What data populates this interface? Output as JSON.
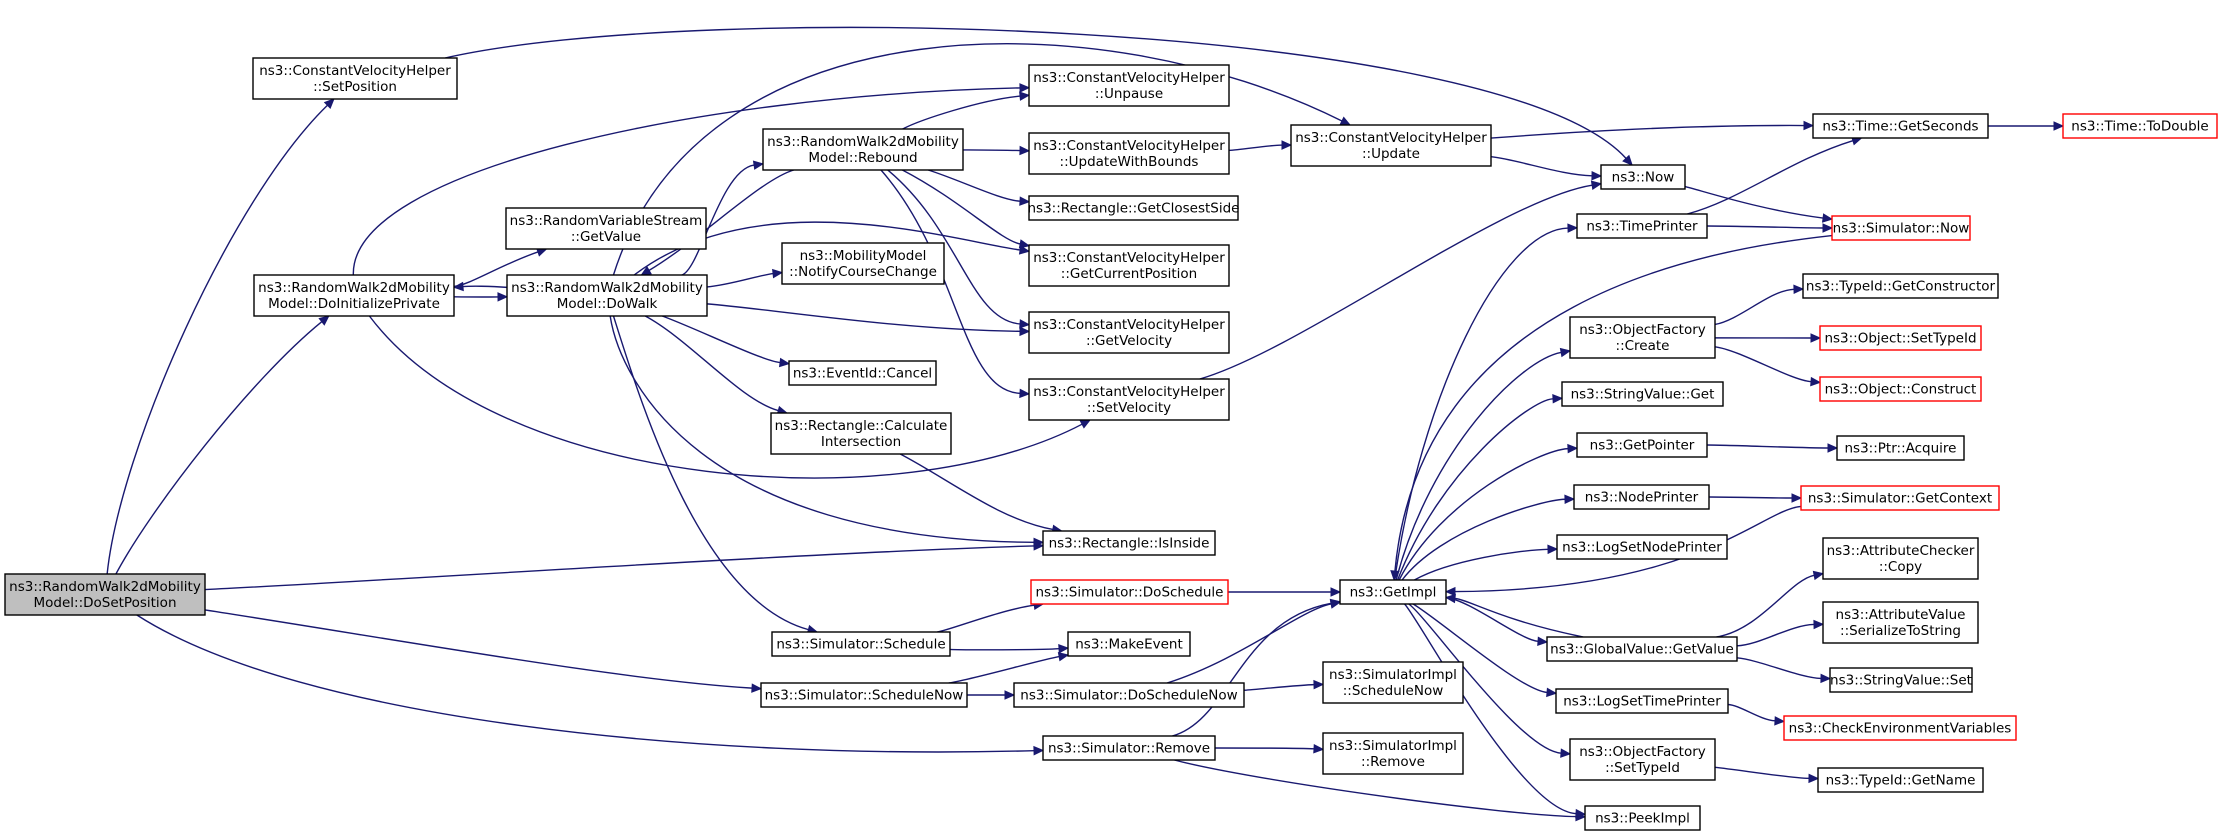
{
  "colors": {
    "edge": "#191970",
    "node_border": "#000000",
    "root_fill": "#bfbfbf",
    "incomplete_border": "#ff0000"
  },
  "nodes": [
    {
      "id": "dosetpos",
      "lines": [
        "ns3::RandomWalk2dMobility",
        "Model::DoSetPosition"
      ],
      "style": "root"
    },
    {
      "id": "cvh_setpos",
      "lines": [
        "ns3::ConstantVelocityHelper",
        "::SetPosition"
      ]
    },
    {
      "id": "doinit",
      "lines": [
        "ns3::RandomWalk2dMobility",
        "Model::DoInitializePrivate"
      ]
    },
    {
      "id": "rvs_getvalue",
      "lines": [
        "ns3::RandomVariableStream",
        "::GetValue"
      ]
    },
    {
      "id": "dowalk",
      "lines": [
        "ns3::RandomWalk2dMobility",
        "Model::DoWalk"
      ]
    },
    {
      "id": "rebound",
      "lines": [
        "ns3::RandomWalk2dMobility",
        "Model::Rebound"
      ]
    },
    {
      "id": "notify",
      "lines": [
        "ns3::MobilityModel",
        "::NotifyCourseChange"
      ]
    },
    {
      "id": "eventcancel",
      "lines": [
        "ns3::EventId::Cancel"
      ]
    },
    {
      "id": "calcint",
      "lines": [
        "ns3::Rectangle::Calculate",
        "Intersection"
      ]
    },
    {
      "id": "schedule",
      "lines": [
        "ns3::Simulator::Schedule"
      ]
    },
    {
      "id": "schedulenow",
      "lines": [
        "ns3::Simulator::ScheduleNow"
      ]
    },
    {
      "id": "unpause",
      "lines": [
        "ns3::ConstantVelocityHelper",
        "::Unpause"
      ]
    },
    {
      "id": "updwb",
      "lines": [
        "ns3::ConstantVelocityHelper",
        "::UpdateWithBounds"
      ]
    },
    {
      "id": "closest",
      "lines": [
        "ns3::Rectangle::GetClosestSide"
      ]
    },
    {
      "id": "getcurpos",
      "lines": [
        "ns3::ConstantVelocityHelper",
        "::GetCurrentPosition"
      ]
    },
    {
      "id": "getvel",
      "lines": [
        "ns3::ConstantVelocityHelper",
        "::GetVelocity"
      ]
    },
    {
      "id": "setvel",
      "lines": [
        "ns3::ConstantVelocityHelper",
        "::SetVelocity"
      ]
    },
    {
      "id": "isinside",
      "lines": [
        "ns3::Rectangle::IsInside"
      ]
    },
    {
      "id": "doschedule",
      "lines": [
        "ns3::Simulator::DoSchedule"
      ],
      "style": "red"
    },
    {
      "id": "makeevent",
      "lines": [
        "ns3::MakeEvent"
      ]
    },
    {
      "id": "doschednow",
      "lines": [
        "ns3::Simulator::DoScheduleNow"
      ]
    },
    {
      "id": "remove",
      "lines": [
        "ns3::Simulator::Remove"
      ]
    },
    {
      "id": "update",
      "lines": [
        "ns3::ConstantVelocityHelper",
        "::Update"
      ]
    },
    {
      "id": "getimpl",
      "lines": [
        "ns3::GetImpl"
      ]
    },
    {
      "id": "simimpl_schednow",
      "lines": [
        "ns3::SimulatorImpl",
        "::ScheduleNow"
      ]
    },
    {
      "id": "simimpl_remove",
      "lines": [
        "ns3::SimulatorImpl",
        "::Remove"
      ]
    },
    {
      "id": "now",
      "lines": [
        "ns3::Now"
      ]
    },
    {
      "id": "timeprinter",
      "lines": [
        "ns3::TimePrinter"
      ]
    },
    {
      "id": "of_create",
      "lines": [
        "ns3::ObjectFactory",
        "::Create"
      ]
    },
    {
      "id": "sv_get",
      "lines": [
        "ns3::StringValue::Get"
      ]
    },
    {
      "id": "getpointer",
      "lines": [
        "ns3::GetPointer"
      ]
    },
    {
      "id": "nodeprinter",
      "lines": [
        "ns3::NodePrinter"
      ]
    },
    {
      "id": "logsetnode",
      "lines": [
        "ns3::LogSetNodePrinter"
      ]
    },
    {
      "id": "gv_getvalue",
      "lines": [
        "ns3::GlobalValue::GetValue"
      ]
    },
    {
      "id": "logsettime",
      "lines": [
        "ns3::LogSetTimePrinter"
      ]
    },
    {
      "id": "of_settypeid",
      "lines": [
        "ns3::ObjectFactory",
        "::SetTypeId"
      ]
    },
    {
      "id": "peekimpl",
      "lines": [
        "ns3::PeekImpl"
      ]
    },
    {
      "id": "getseconds",
      "lines": [
        "ns3::Time::GetSeconds"
      ]
    },
    {
      "id": "todouble",
      "lines": [
        "ns3::Time::ToDouble"
      ],
      "style": "red"
    },
    {
      "id": "sim_now",
      "lines": [
        "ns3::Simulator::Now"
      ],
      "style": "red"
    },
    {
      "id": "tid_getctor",
      "lines": [
        "ns3::TypeId::GetConstructor"
      ]
    },
    {
      "id": "obj_settypeid",
      "lines": [
        "ns3::Object::SetTypeId"
      ],
      "style": "red"
    },
    {
      "id": "obj_construct",
      "lines": [
        "ns3::Object::Construct"
      ],
      "style": "red"
    },
    {
      "id": "ptr_acquire",
      "lines": [
        "ns3::Ptr::Acquire"
      ]
    },
    {
      "id": "sim_getctx",
      "lines": [
        "ns3::Simulator::GetContext"
      ],
      "style": "red"
    },
    {
      "id": "ac_copy",
      "lines": [
        "ns3::AttributeChecker",
        "::Copy"
      ]
    },
    {
      "id": "av_sertostr",
      "lines": [
        "ns3::AttributeValue",
        "::SerializeToString"
      ]
    },
    {
      "id": "sv_set",
      "lines": [
        "ns3::StringValue::Set"
      ]
    },
    {
      "id": "checkenv",
      "lines": [
        "ns3::CheckEnvironmentVariables"
      ],
      "style": "red"
    },
    {
      "id": "tid_getname",
      "lines": [
        "ns3::TypeId::GetName"
      ]
    }
  ]
}
